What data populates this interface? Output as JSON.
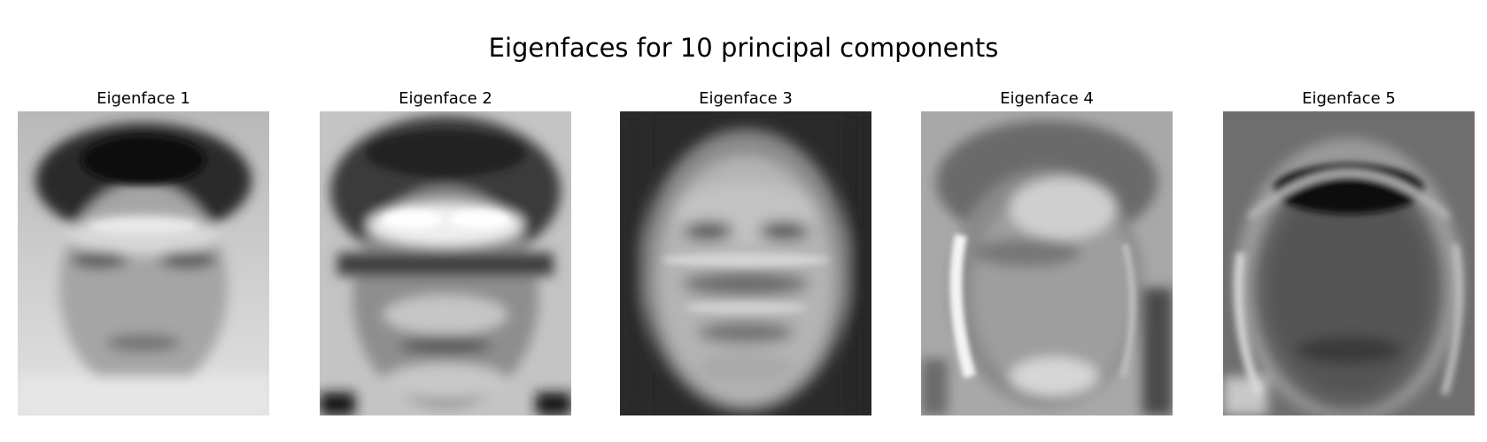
{
  "figure": {
    "title": "Eigenfaces for 10 principal components"
  },
  "panels": [
    {
      "title": "Eigenface 1",
      "icon": "eigenface-grayscale-image",
      "tone": "light-background-dark-hair"
    },
    {
      "title": "Eigenface 2",
      "icon": "eigenface-grayscale-image",
      "tone": "mid-gray-bright-eyes"
    },
    {
      "title": "Eigenface 3",
      "icon": "eigenface-grayscale-image",
      "tone": "dark-background-light-face"
    },
    {
      "title": "Eigenface 4",
      "icon": "eigenface-grayscale-image",
      "tone": "gray-bright-left-edge"
    },
    {
      "title": "Eigenface 5",
      "icon": "eigenface-grayscale-image",
      "tone": "gray-dark-forehead-band"
    }
  ]
}
